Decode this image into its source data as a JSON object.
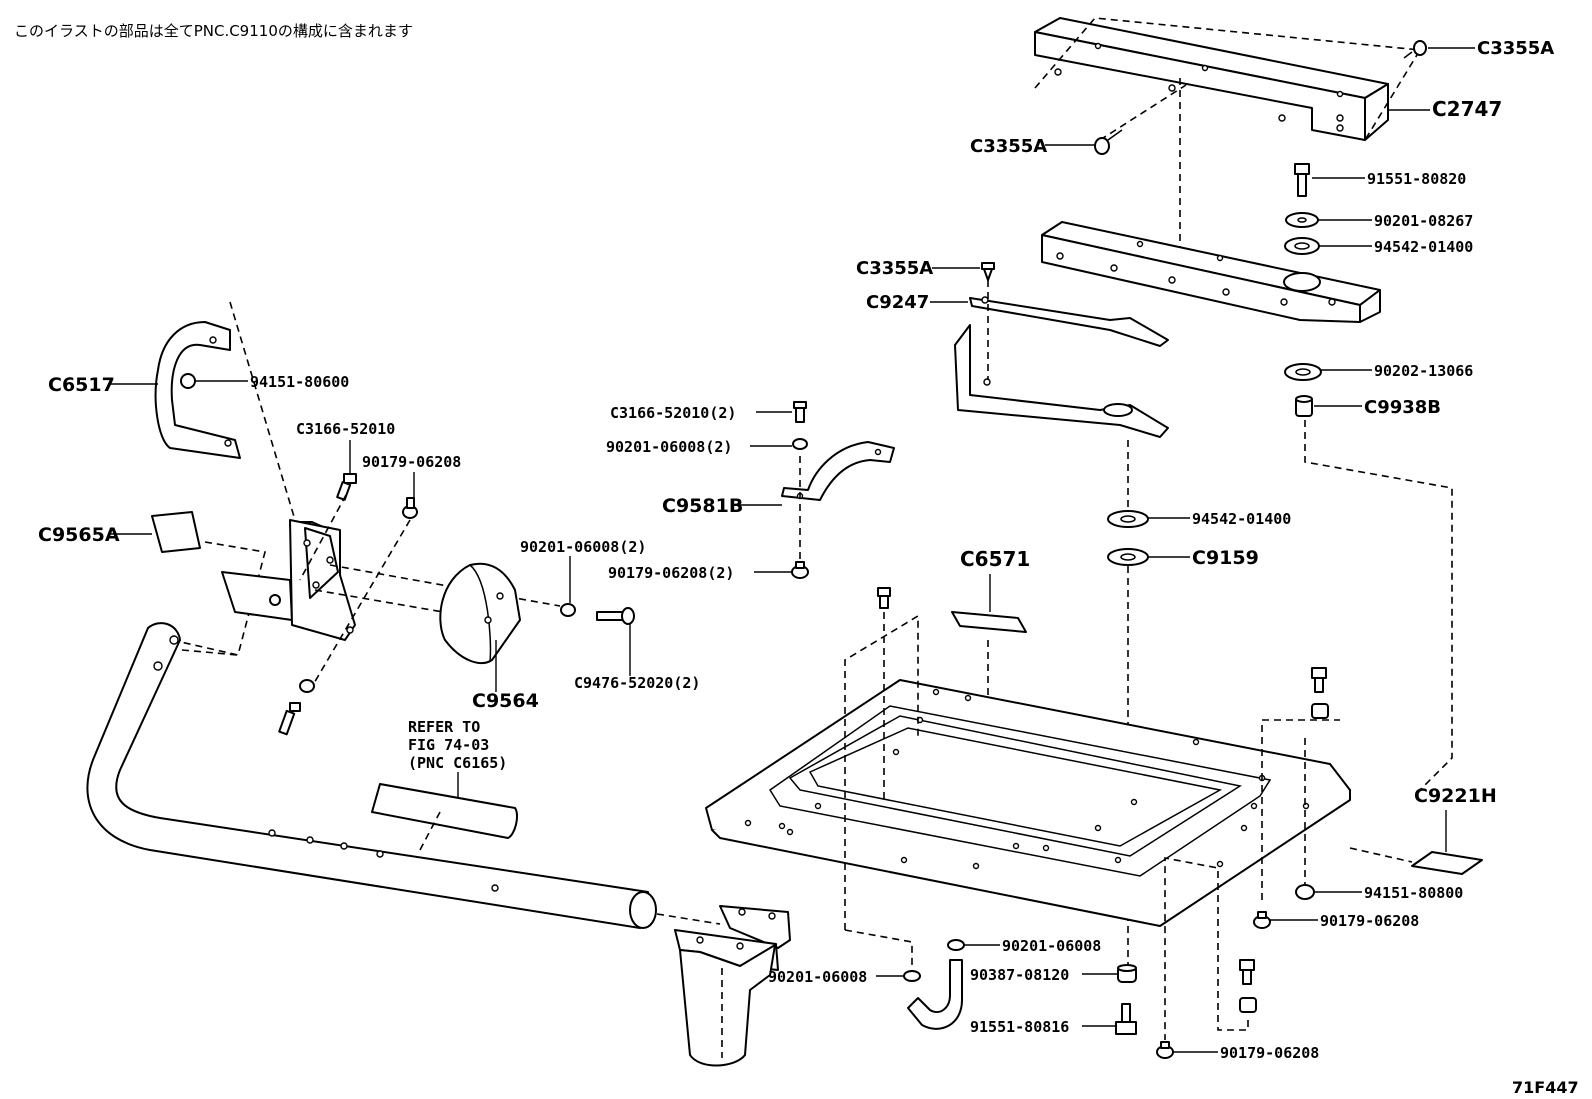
{
  "header_note": "このイラストの部品は全てPNC.C9110の構成に含まれます",
  "figure_code": "71F447",
  "refer_note": {
    "line1": "REFER TO",
    "line2": "FIG 74-03",
    "line3": "(PNC C6165)"
  },
  "callouts": {
    "c3355a_top": "C3355A",
    "c2747": "C2747",
    "c3355a_left": "C3355A",
    "p91551_80820": "91551-80820",
    "p90201_08267": "90201-08267",
    "p94542_01400_a": "94542-01400",
    "c3355a_mid": "C3355A",
    "c9247": "C9247",
    "p90202_13066": "90202-13066",
    "c9938b": "C9938B",
    "c6517": "C6517",
    "p94151_80600": "94151-80600",
    "c3166_52010": "C3166-52010",
    "p90179_06208_a": "90179-06208",
    "c3166_52010_2": "C3166-52010(2)",
    "p90201_06008_2a": "90201-06008(2)",
    "c9581b": "C9581B",
    "p90179_06208_2": "90179-06208(2)",
    "p94542_01400_b": "94542-01400",
    "c9159": "C9159",
    "c9565a": "C9565A",
    "p90201_06008_2b": "90201-06008(2)",
    "c6571": "C6571",
    "c9476_52020_2": "C9476-52020(2)",
    "c9564": "C9564",
    "c9221h": "C9221H",
    "p94151_80800": "94151-80800",
    "p90179_06208_b": "90179-06208",
    "p90201_06008_a": "90201-06008",
    "p90201_06008_b": "90201-06008",
    "p90387_08120": "90387-08120",
    "p91551_80816": "91551-80816",
    "p90179_06208_c": "90179-06208"
  }
}
